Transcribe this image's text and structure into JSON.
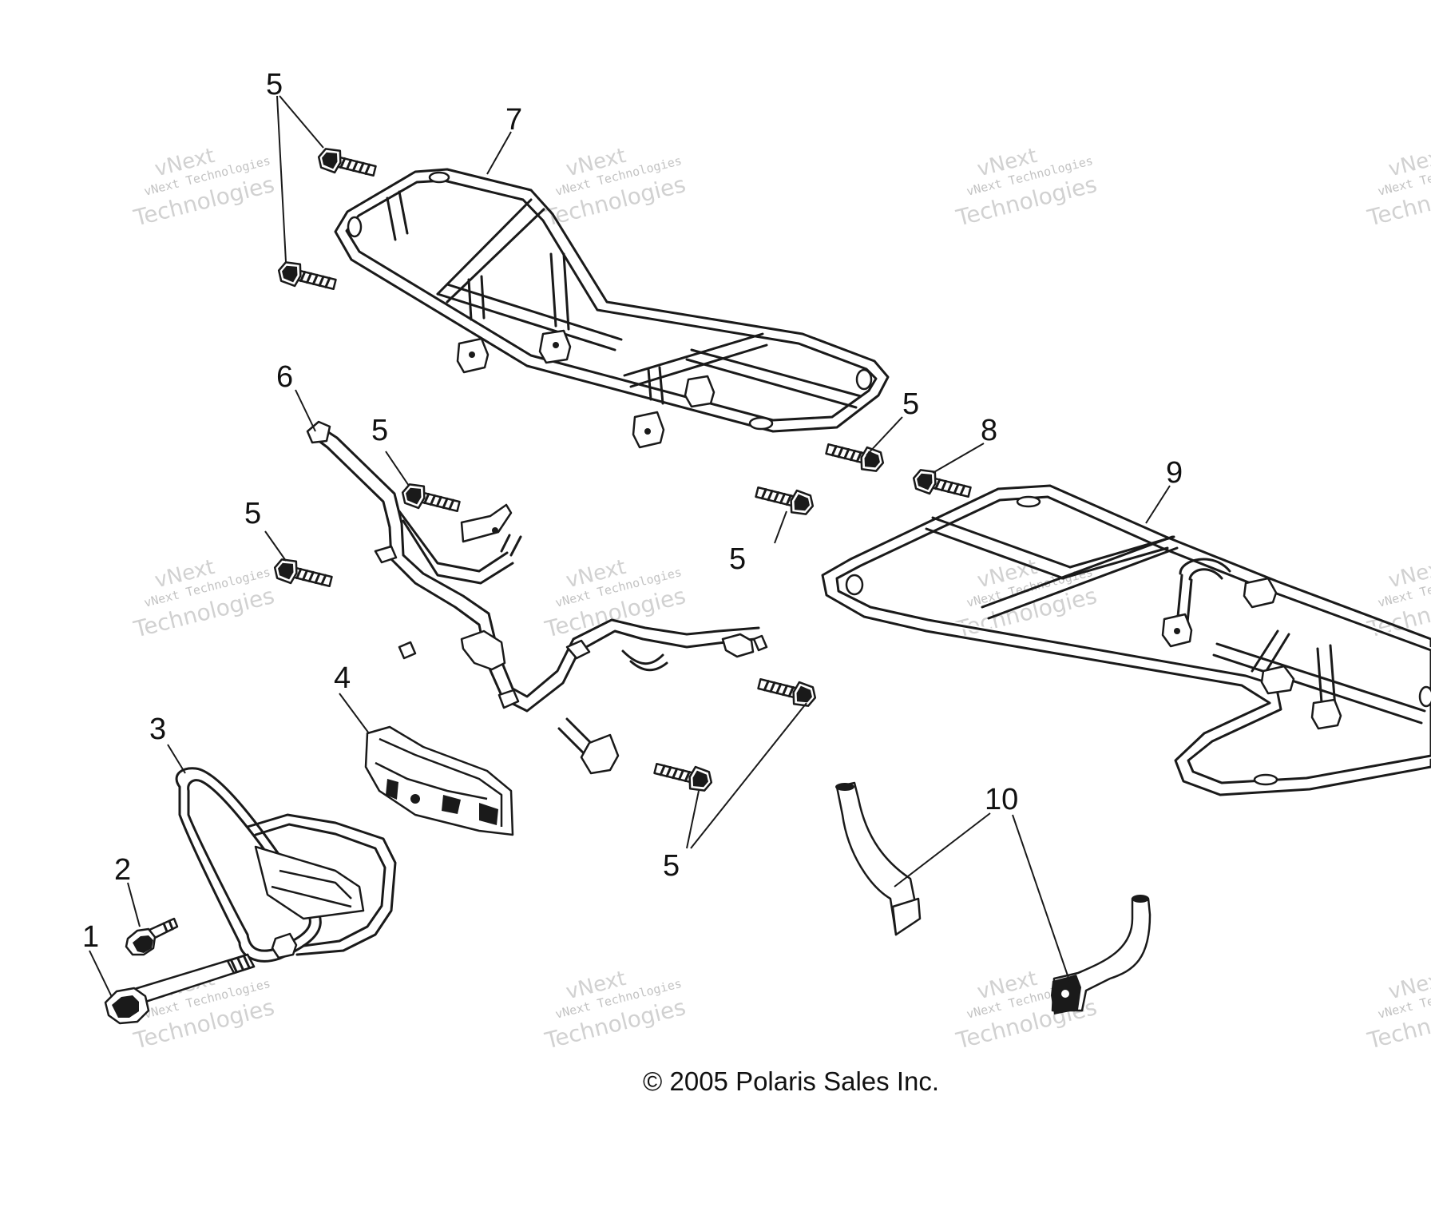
{
  "callouts": [
    {
      "id": "c1",
      "text": "1"
    },
    {
      "id": "c2",
      "text": "2"
    },
    {
      "id": "c3",
      "text": "3"
    },
    {
      "id": "c4",
      "text": "4"
    },
    {
      "id": "c5a",
      "text": "5"
    },
    {
      "id": "c5b",
      "text": "5"
    },
    {
      "id": "c5c",
      "text": "5"
    },
    {
      "id": "c5d",
      "text": "5"
    },
    {
      "id": "c5e",
      "text": "5"
    },
    {
      "id": "c5f",
      "text": "5"
    },
    {
      "id": "c6",
      "text": "6"
    },
    {
      "id": "c7",
      "text": "7"
    },
    {
      "id": "c8",
      "text": "8"
    },
    {
      "id": "c9",
      "text": "9"
    },
    {
      "id": "c10",
      "text": "10"
    }
  ],
  "copyright": "© 2005 Polaris Sales Inc.",
  "watermark": {
    "brand": "vNext",
    "line1": "vNext Technologies",
    "line2": "Technologies"
  }
}
